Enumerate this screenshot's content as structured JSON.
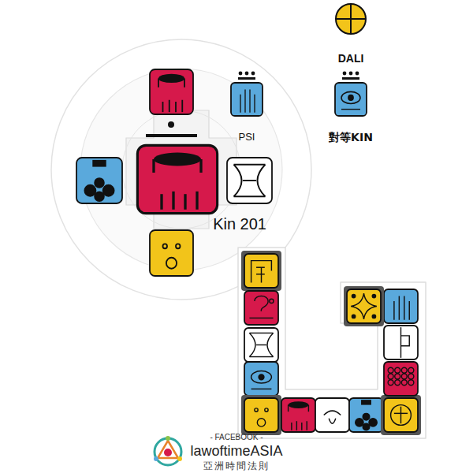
{
  "diagram": {
    "nodes": [
      {
        "text": [
          "DALI"
        ]
      },
      {
        "text": [
          "PSI"
        ]
      },
      {
        "text": [
          "對等KIN"
        ]
      },
      {
        "text": [
          "Kin 201"
        ]
      }
    ],
    "labels": [
      "- FACEBOOK -",
      "lawoftimeASIA",
      "亞洲時間法則"
    ]
  }
}
